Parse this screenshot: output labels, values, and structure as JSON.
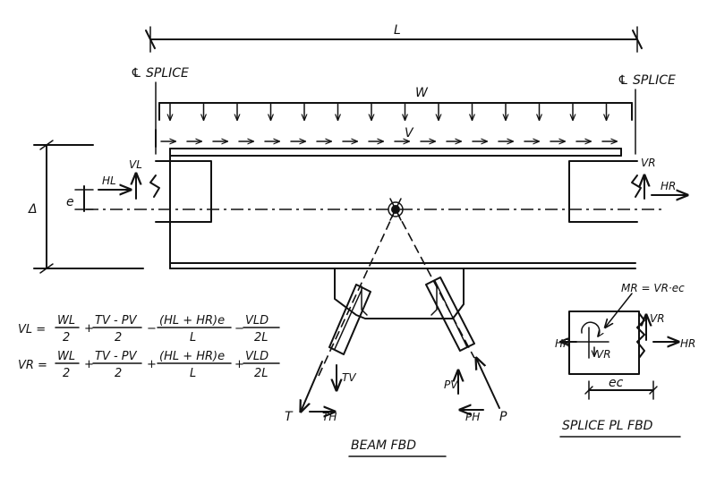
{
  "labels": {
    "span": "L",
    "cl_splice_left": "℄ SPLICE",
    "cl_splice_right": "℄ SPLICE",
    "w": "W",
    "v": "V",
    "delta": "Δ",
    "e": "e",
    "hl": "HL",
    "vl": "VL",
    "vr": "VR",
    "hr": "HR",
    "t": "T",
    "tv": "TV",
    "th": "TH",
    "pv": "PV",
    "ph": "PH",
    "p": "P",
    "mr": "MR = VR·ec",
    "ec": "ec",
    "beam_fbd": "BEAM FBD",
    "splice_fbd": "SPLICE PL FBD"
  },
  "equations": {
    "vl": {
      "lhs": "VL =",
      "t1_num": "WL",
      "t1_den": "2",
      "op1": "+",
      "t2_num": "TV - PV",
      "t2_den": "2",
      "op2": "−",
      "t3_num": "(HL + HR)e",
      "t3_den": "L",
      "op3": "−",
      "t4_num": "VLD",
      "t4_den": "2L"
    },
    "vr": {
      "lhs": "VR =",
      "t1_num": "WL",
      "t1_den": "2",
      "op1": "+",
      "t2_num": "TV - PV",
      "t2_den": "2",
      "op2": "+",
      "t3_num": "(HL + HR)e",
      "t3_den": "L",
      "op3": "+",
      "t4_num": "VLD",
      "t4_den": "2L"
    }
  }
}
